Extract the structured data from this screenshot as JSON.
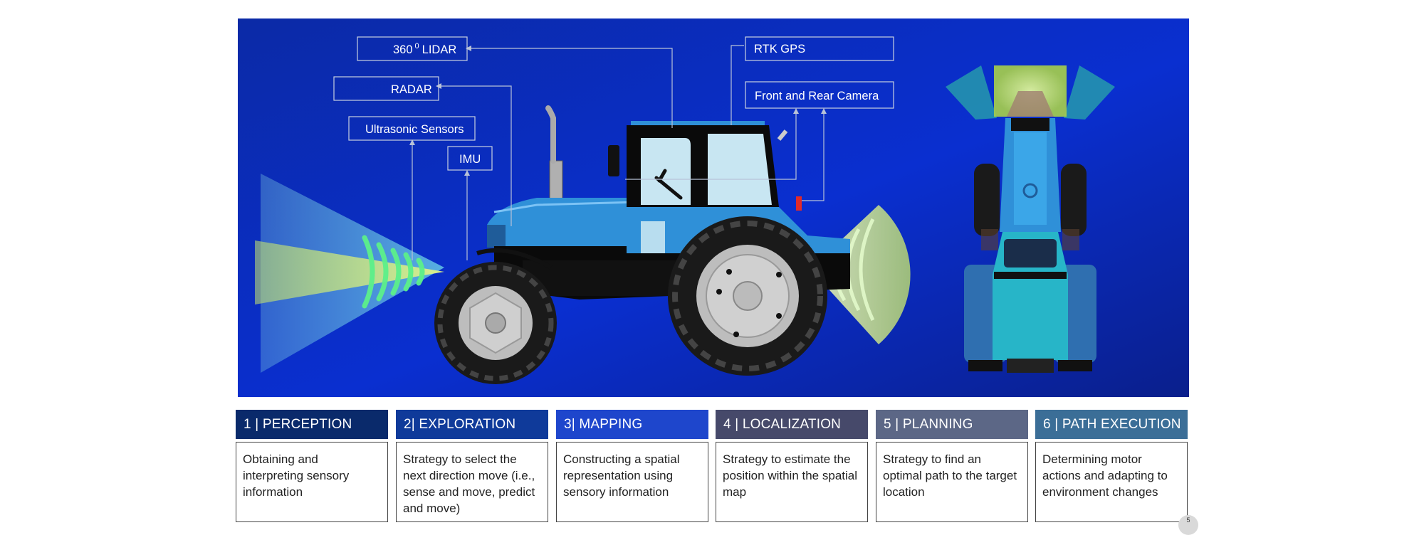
{
  "labels": {
    "lidar": "360",
    "lidar_sup": "0",
    "lidar_suffix": "LIDAR",
    "radar": "RADAR",
    "ultrasonic": "Ultrasonic Sensors",
    "imu": "IMU",
    "rtk_gps": "RTK GPS",
    "camera": "Front and Rear Camera"
  },
  "steps": [
    {
      "title": "1 | PERCEPTION",
      "body": "Obtaining and interpreting sensory information",
      "color": "#0a2a6b"
    },
    {
      "title": "2| EXPLORATION",
      "body": "Strategy to select the next direction move (i.e., sense and move, predict and move)",
      "color": "#0f3a9a"
    },
    {
      "title": "3| MAPPING",
      "body": "Constructing a spatial representation using sensory information",
      "color": "#1e46cc"
    },
    {
      "title": "4 | LOCALIZATION",
      "body": "Strategy to estimate the position within the spatial map",
      "color": "#46496a"
    },
    {
      "title": "5 | PLANNING",
      "body": "Strategy to find an optimal path to the target location",
      "color": "#5c6786"
    },
    {
      "title": "6 | PATH EXECUTION",
      "body": "Determining motor actions and adapting to environment changes",
      "color": "#3b6e97"
    }
  ],
  "page_number": "5"
}
